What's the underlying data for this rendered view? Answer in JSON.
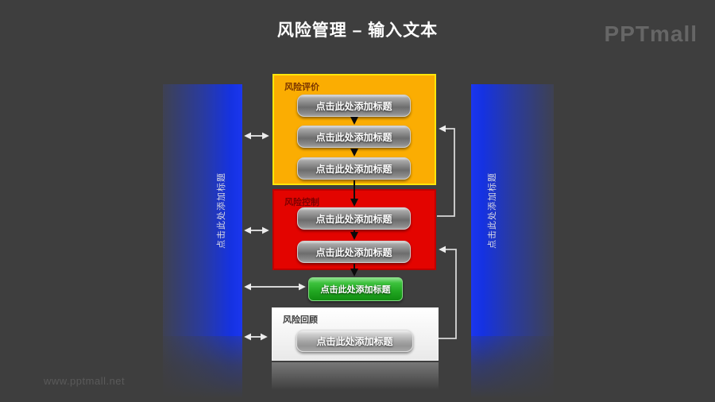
{
  "slide": {
    "title": "风险管理 – 输入文本",
    "logo": "PPTmall",
    "watermark": "www.pptmall.net"
  },
  "side_bars": {
    "left_label": "点击此处添加标题",
    "right_label": "点击此处添加标题"
  },
  "flow": {
    "evaluation": {
      "label": "风险评价",
      "buttons": [
        "点击此处添加标题",
        "点击此处添加标题",
        "点击此处添加标题"
      ]
    },
    "control": {
      "label": "风险控制",
      "buttons": [
        "点击此处添加标题",
        "点击此处添加标题"
      ]
    },
    "action_button": "点击此处添加标题",
    "review": {
      "label": "风险回顾",
      "buttons": [
        "点击此处添加标题"
      ]
    }
  },
  "colors": {
    "background": "#3E3E3E",
    "evaluation_fill": "#FBAD02",
    "evaluation_border": "#FFE60A",
    "control_fill": "#E30400",
    "control_border": "#BE0000",
    "review_fill": "#F4F4F4",
    "action_green": "#2FAF2F",
    "bar_blue": "#1B33E4",
    "button_gray": "#7E7E7E",
    "connector_light": "#E2E2E2",
    "flow_arrow": "#000000"
  }
}
